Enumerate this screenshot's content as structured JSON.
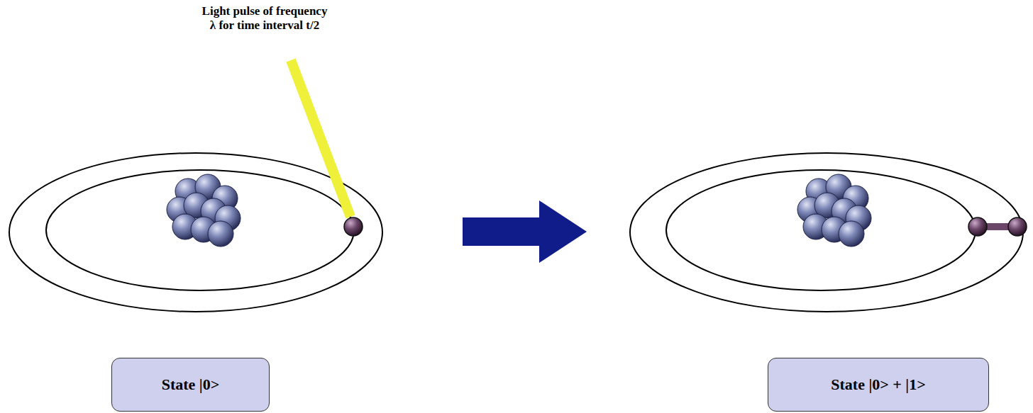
{
  "diagram": {
    "nodes": [
      {
        "text": [
          "State |0>"
        ]
      },
      {
        "text": [
          "State |0> + |1>"
        ]
      }
    ],
    "labels": [
      "Light pulse of frequency λ for time interval t/2"
    ]
  }
}
